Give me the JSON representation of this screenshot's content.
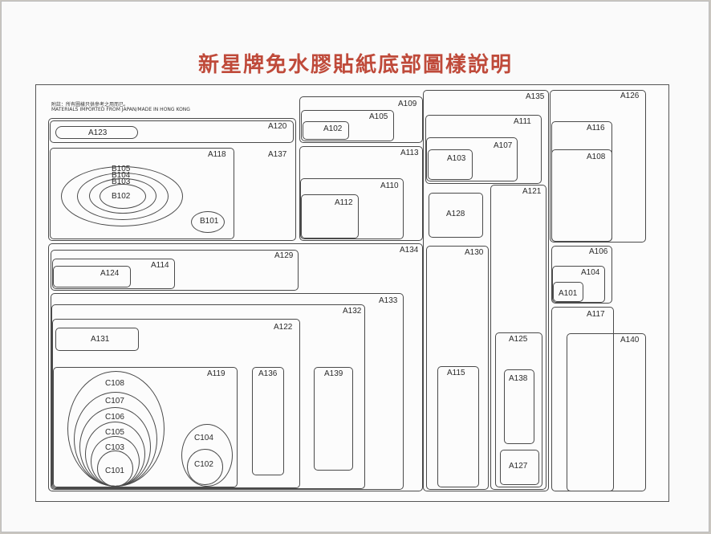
{
  "title": "新星牌免水膠貼紙底部圖樣說明",
  "note_line1": "附註：所有圖樣只供參考之用而已。",
  "note_line2": "MATERIALS IMPORTED FROM JAPAN/MADE IN HONG KONG",
  "labels": {
    "A101": "A101",
    "A102": "A102",
    "A103": "A103",
    "A104": "A104",
    "A105": "A105",
    "A106": "A106",
    "A107": "A107",
    "A108": "A108",
    "A109": "A109",
    "A110": "A110",
    "A111": "A111",
    "A112": "A112",
    "A113": "A113",
    "A114": "A114",
    "A115": "A115",
    "A116": "A116",
    "A117": "A117",
    "A118": "A118",
    "A119": "A119",
    "A120": "A120",
    "A121": "A121",
    "A122": "A122",
    "A123": "A123",
    "A124": "A124",
    "A125": "A125",
    "A126": "A126",
    "A127": "A127",
    "A128": "A128",
    "A129": "A129",
    "A130": "A130",
    "A131": "A131",
    "A132": "A132",
    "A133": "A133",
    "A134": "A134",
    "A135": "A135",
    "A136": "A136",
    "A137": "A137",
    "A138": "A138",
    "A139": "A139",
    "A140": "A140",
    "B101": "B101",
    "B102": "B102",
    "B103": "B103",
    "B104": "B104",
    "B105": "B105",
    "C101": "C101",
    "C102": "C102",
    "C103": "C103",
    "C104": "C104",
    "C105": "C105",
    "C106": "C106",
    "C107": "C107",
    "C108": "C108"
  }
}
